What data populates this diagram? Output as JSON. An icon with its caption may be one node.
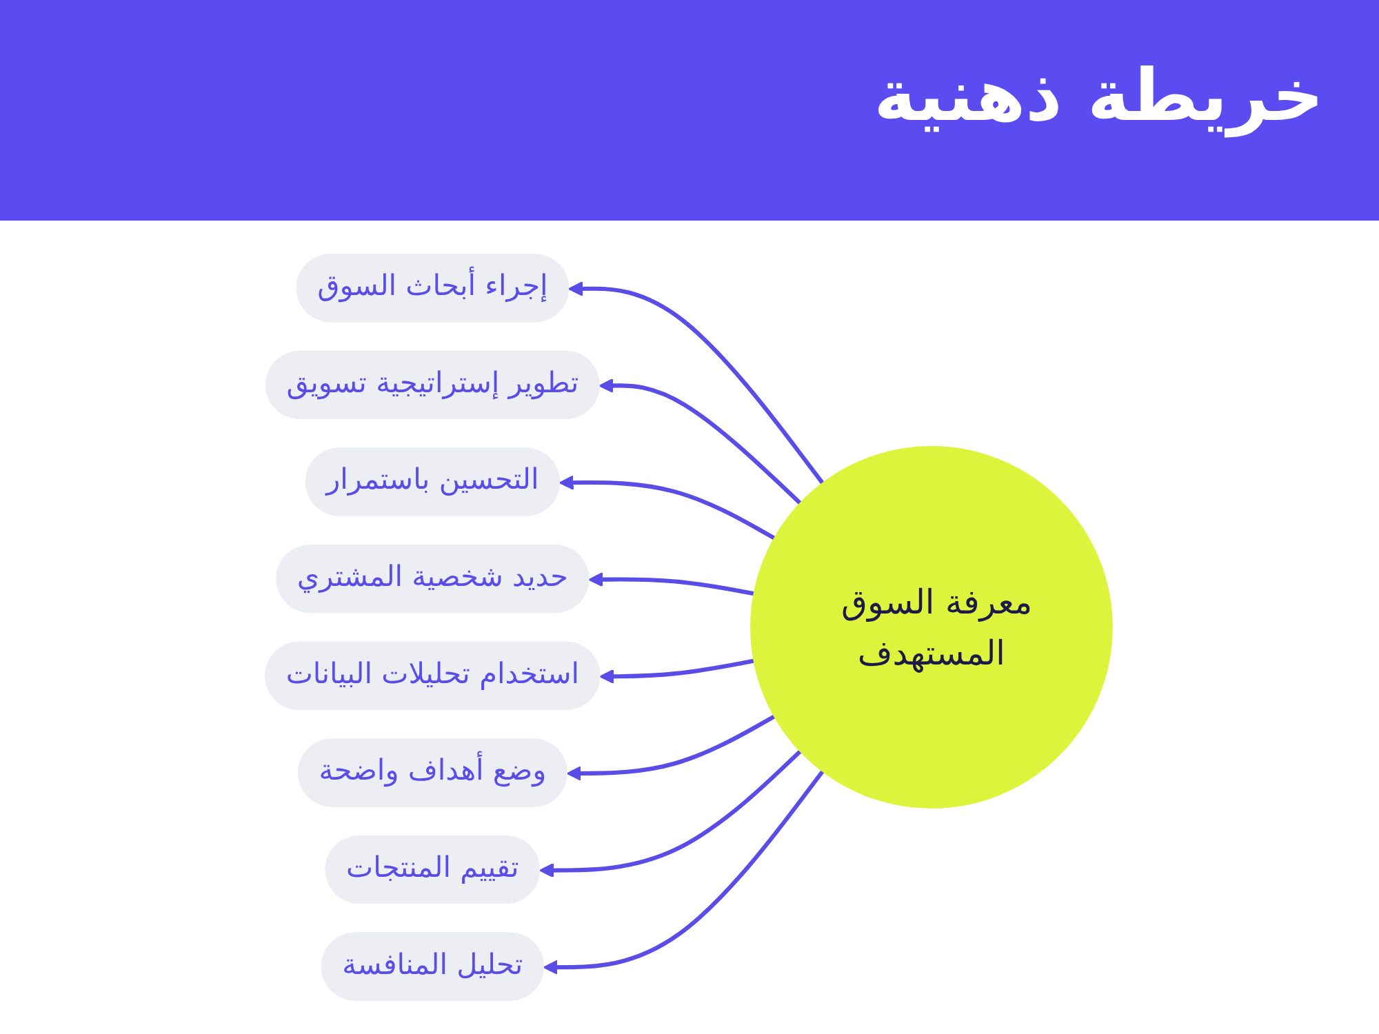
{
  "diagram": {
    "title": "خريطة ذهنية",
    "nodes": [
      {
        "text": [
          "معرفة السوق المستهدف"
        ]
      },
      {
        "text": [
          "إجراء أبحاث السوق"
        ]
      },
      {
        "text": [
          "تطوير إستراتيجية تسويق"
        ]
      },
      {
        "text": [
          "التحسين باستمرار"
        ]
      },
      {
        "text": [
          "حديد شخصية المشتري"
        ]
      },
      {
        "text": [
          "استخدام تحليلات البيانات"
        ]
      },
      {
        "text": [
          "وضع أهداف واضحة"
        ]
      },
      {
        "text": [
          "تقييم المنتجات"
        ]
      },
      {
        "text": [
          "تحليل المنافسة"
        ]
      }
    ],
    "edges": [
      {
        "from": 0,
        "to": 1,
        "arrow": "to"
      },
      {
        "from": 0,
        "to": 2,
        "arrow": "to"
      },
      {
        "from": 0,
        "to": 3,
        "arrow": "to"
      },
      {
        "from": 0,
        "to": 4,
        "arrow": "to"
      },
      {
        "from": 0,
        "to": 5,
        "arrow": "to"
      },
      {
        "from": 0,
        "to": 6,
        "arrow": "to"
      },
      {
        "from": 0,
        "to": 7,
        "arrow": "to"
      },
      {
        "from": 0,
        "to": 8,
        "arrow": "to"
      }
    ]
  }
}
